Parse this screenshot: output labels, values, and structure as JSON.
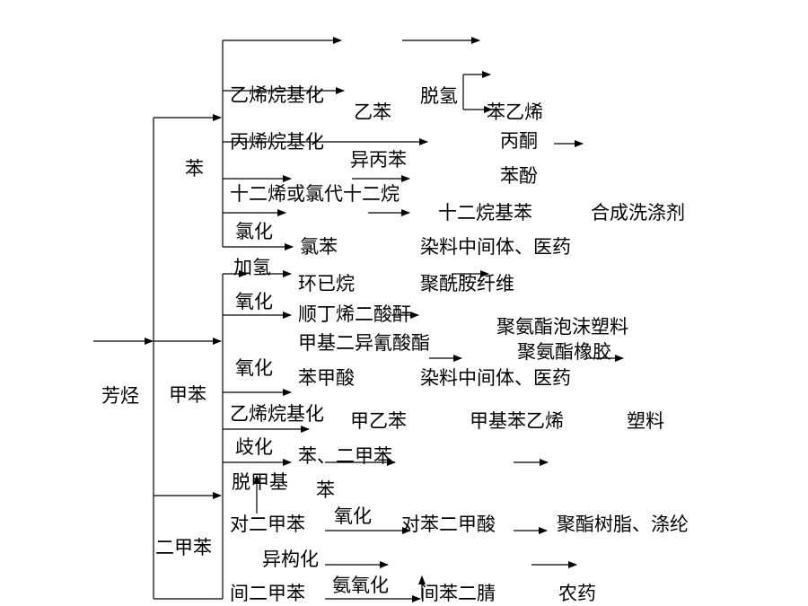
{
  "root": "芳烃",
  "level1": {
    "benzene": "苯",
    "toluene": "甲苯",
    "xylene": "二甲苯"
  },
  "benzene_branch": {
    "ethylene_alkylation": "乙烯烷基化",
    "ethylbenzene": "乙苯",
    "dehydrogenation": "脱氢",
    "styrene": "苯乙烯",
    "propylene_alkylation": "丙烯烷基化",
    "cumene": "异丙苯",
    "acetone": "丙酮",
    "phenol": "苯酚",
    "dodecene_or_chlorododecane": "十二烯或氯代十二烷",
    "dodecylbenzene": "十二烷基苯",
    "detergent": "合成洗涤剂",
    "chlorination": "氯化",
    "chlorobenzene": "氯苯",
    "dye_intermediates_medicine_1": "染料中间体、医药",
    "hydrogenation": "加氢",
    "cyclohexane": "环已烷",
    "polyamide_fiber": "聚酰胺纤维",
    "oxidation_1": "氧化",
    "maleic_anhydride": "顺丁烯二酸酐"
  },
  "toluene_branch": {
    "tdi": "甲基二异氰酸酯",
    "pu_foam": "聚氨酯泡沫塑料",
    "pu_rubber": "聚氨酯橡胶",
    "oxidation_2": "氧化",
    "benzoic_acid": "苯甲酸",
    "dye_intermediates_medicine_2": "染料中间体、医药",
    "ethylene_alkylation_2": "乙烯烷基化",
    "ethyltoluene": "甲乙苯",
    "methylstyrene": "甲基苯乙烯",
    "plastics": "塑料",
    "disproportionation": "歧化",
    "benzene_xylene": "苯、二甲苯",
    "demethylation": "脱甲基",
    "benzene_product": "苯"
  },
  "xylene_branch": {
    "p_xylene": "对二甲苯",
    "oxidation_3": "氧化",
    "terephthalic_acid": "对苯二甲酸",
    "polyester": "聚酯树脂、涤纶",
    "isomerization": "异构化",
    "m_xylene": "间二甲苯",
    "ammoxidation": "氨氧化",
    "isophthalonitrile": "间苯二腈",
    "pesticide": "农药"
  }
}
